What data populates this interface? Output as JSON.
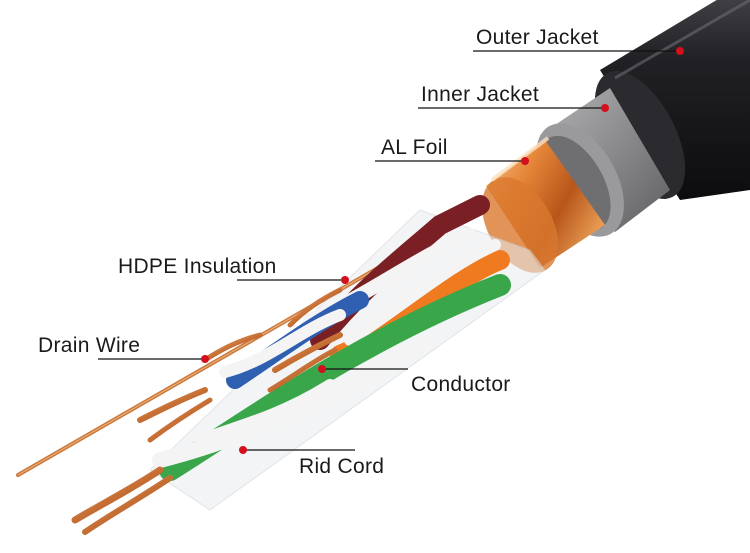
{
  "diagram": {
    "labels": {
      "outer_jacket": "Outer Jacket",
      "inner_jacket": "Inner Jacket",
      "al_foil": "AL Foil",
      "hdpe_insulation": "HDPE Insulation",
      "drain_wire": "Drain Wire",
      "conductor": "Conductor",
      "rid_cord": "Rid Cord"
    },
    "colors": {
      "outer_jacket": "#1c1c1e",
      "inner_jacket": "#8c8c8c",
      "al_foil": "#e07a2a",
      "copper": "#c8783c",
      "pair_brown": "#7a1f24",
      "pair_blue": "#2f5fb0",
      "pair_orange": "#f07a20",
      "pair_green": "#3aa64a",
      "white_wire": "#f4f4f4",
      "leader_line": "#111111",
      "marker_dot": "#d40f1e"
    }
  }
}
